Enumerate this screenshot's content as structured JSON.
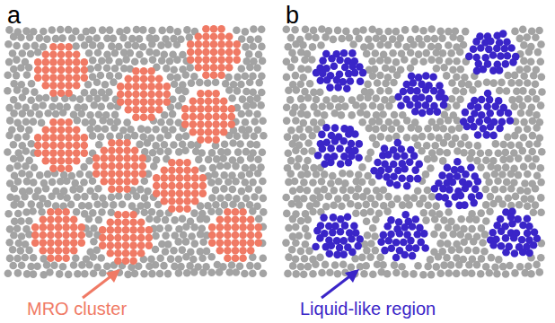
{
  "diagram": {
    "labels": [
      "a",
      "b",
      "MRO cluster",
      "Liquid-like region"
    ]
  }
}
